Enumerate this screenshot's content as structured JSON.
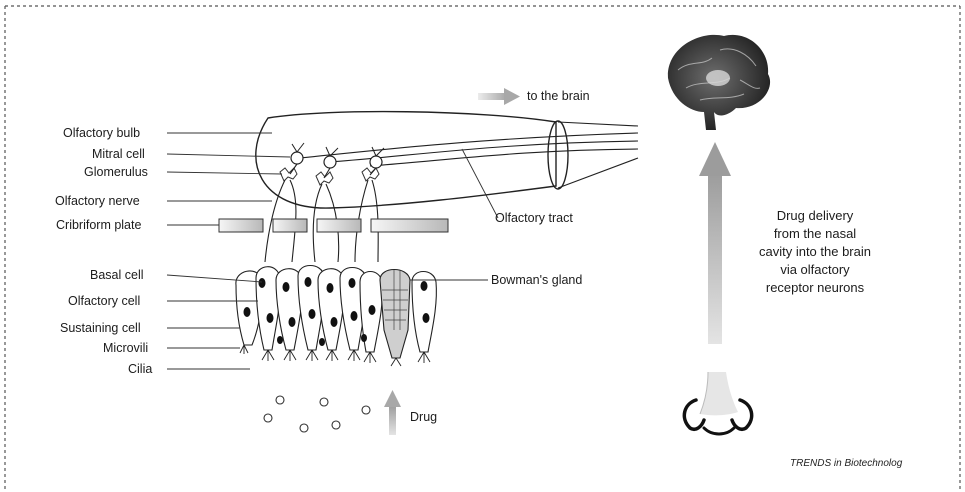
{
  "labels": {
    "olfactory_bulb": "Olfactory bulb",
    "mitral_cell": "Mitral cell",
    "glomerulus": "Glomerulus",
    "olfactory_nerve": "Olfactory nerve",
    "cribriform_plate": "Cribriform plate",
    "basal_cell": "Basal cell",
    "olfactory_cell": "Olfactory cell",
    "sustaining_cell": "Sustaining cell",
    "microvili": "Microvili",
    "cilia": "Cilia",
    "to_the_brain": "to the brain",
    "olfactory_tract": "Olfactory tract",
    "bowmans_gland": "Bowman's gland",
    "drug": "Drug"
  },
  "delivery_text": [
    "Drug delivery",
    "from the nasal",
    "cavity into the brain",
    "via olfactory",
    "receptor neurons"
  ],
  "credit": "TRENDS in Biotechnolog",
  "icons": {
    "brain": "brain-icon",
    "nose": "nose-icon",
    "arrow_up": "arrow-up-icon",
    "arrow_right": "arrow-right-icon"
  },
  "colors": {
    "ink": "#1c1c1c",
    "arrow_gray": "#b9b9b9",
    "border": "#555555"
  }
}
